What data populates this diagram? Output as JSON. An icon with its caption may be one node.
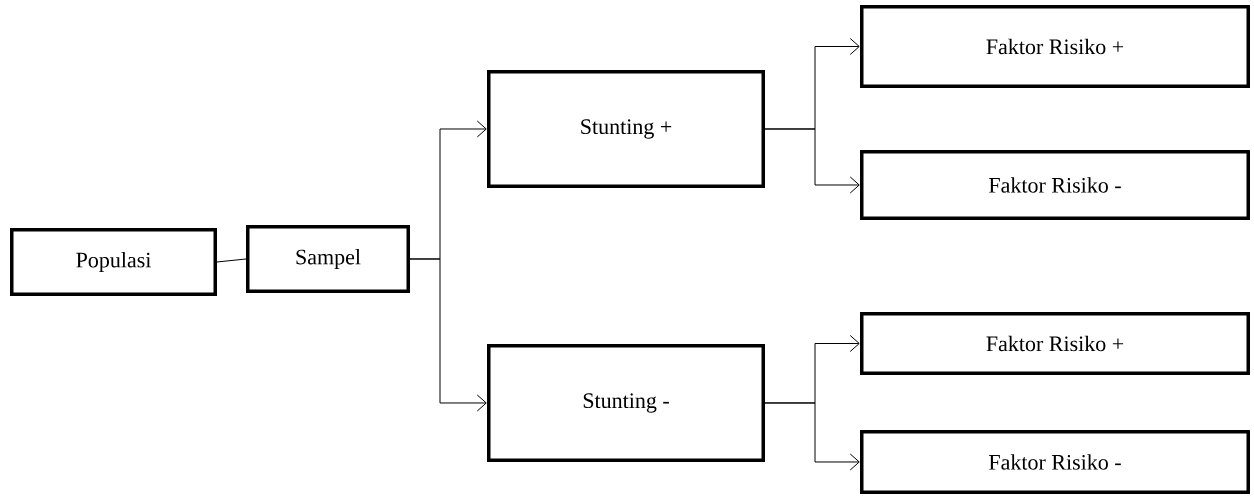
{
  "diagram": {
    "nodes": [
      {
        "text": [
          "Populasi"
        ]
      },
      {
        "text": [
          "Sampel"
        ]
      },
      {
        "text": [
          "Stunting +"
        ]
      },
      {
        "text": [
          "Stunting -"
        ]
      },
      {
        "text": [
          "Faktor Risiko +"
        ]
      },
      {
        "text": [
          "Faktor Risiko -"
        ]
      },
      {
        "text": [
          "Faktor Risiko +"
        ]
      },
      {
        "text": [
          "Faktor Risiko -"
        ]
      }
    ],
    "edges": [
      {
        "from": 0,
        "to": 1,
        "arrow": "none"
      },
      {
        "from": 1,
        "to": 2,
        "arrow": "to"
      },
      {
        "from": 1,
        "to": 3,
        "arrow": "to"
      },
      {
        "from": 2,
        "to": 4,
        "arrow": "to"
      },
      {
        "from": 2,
        "to": 5,
        "arrow": "to"
      },
      {
        "from": 3,
        "to": 6,
        "arrow": "to"
      },
      {
        "from": 3,
        "to": 7,
        "arrow": "to"
      }
    ]
  }
}
